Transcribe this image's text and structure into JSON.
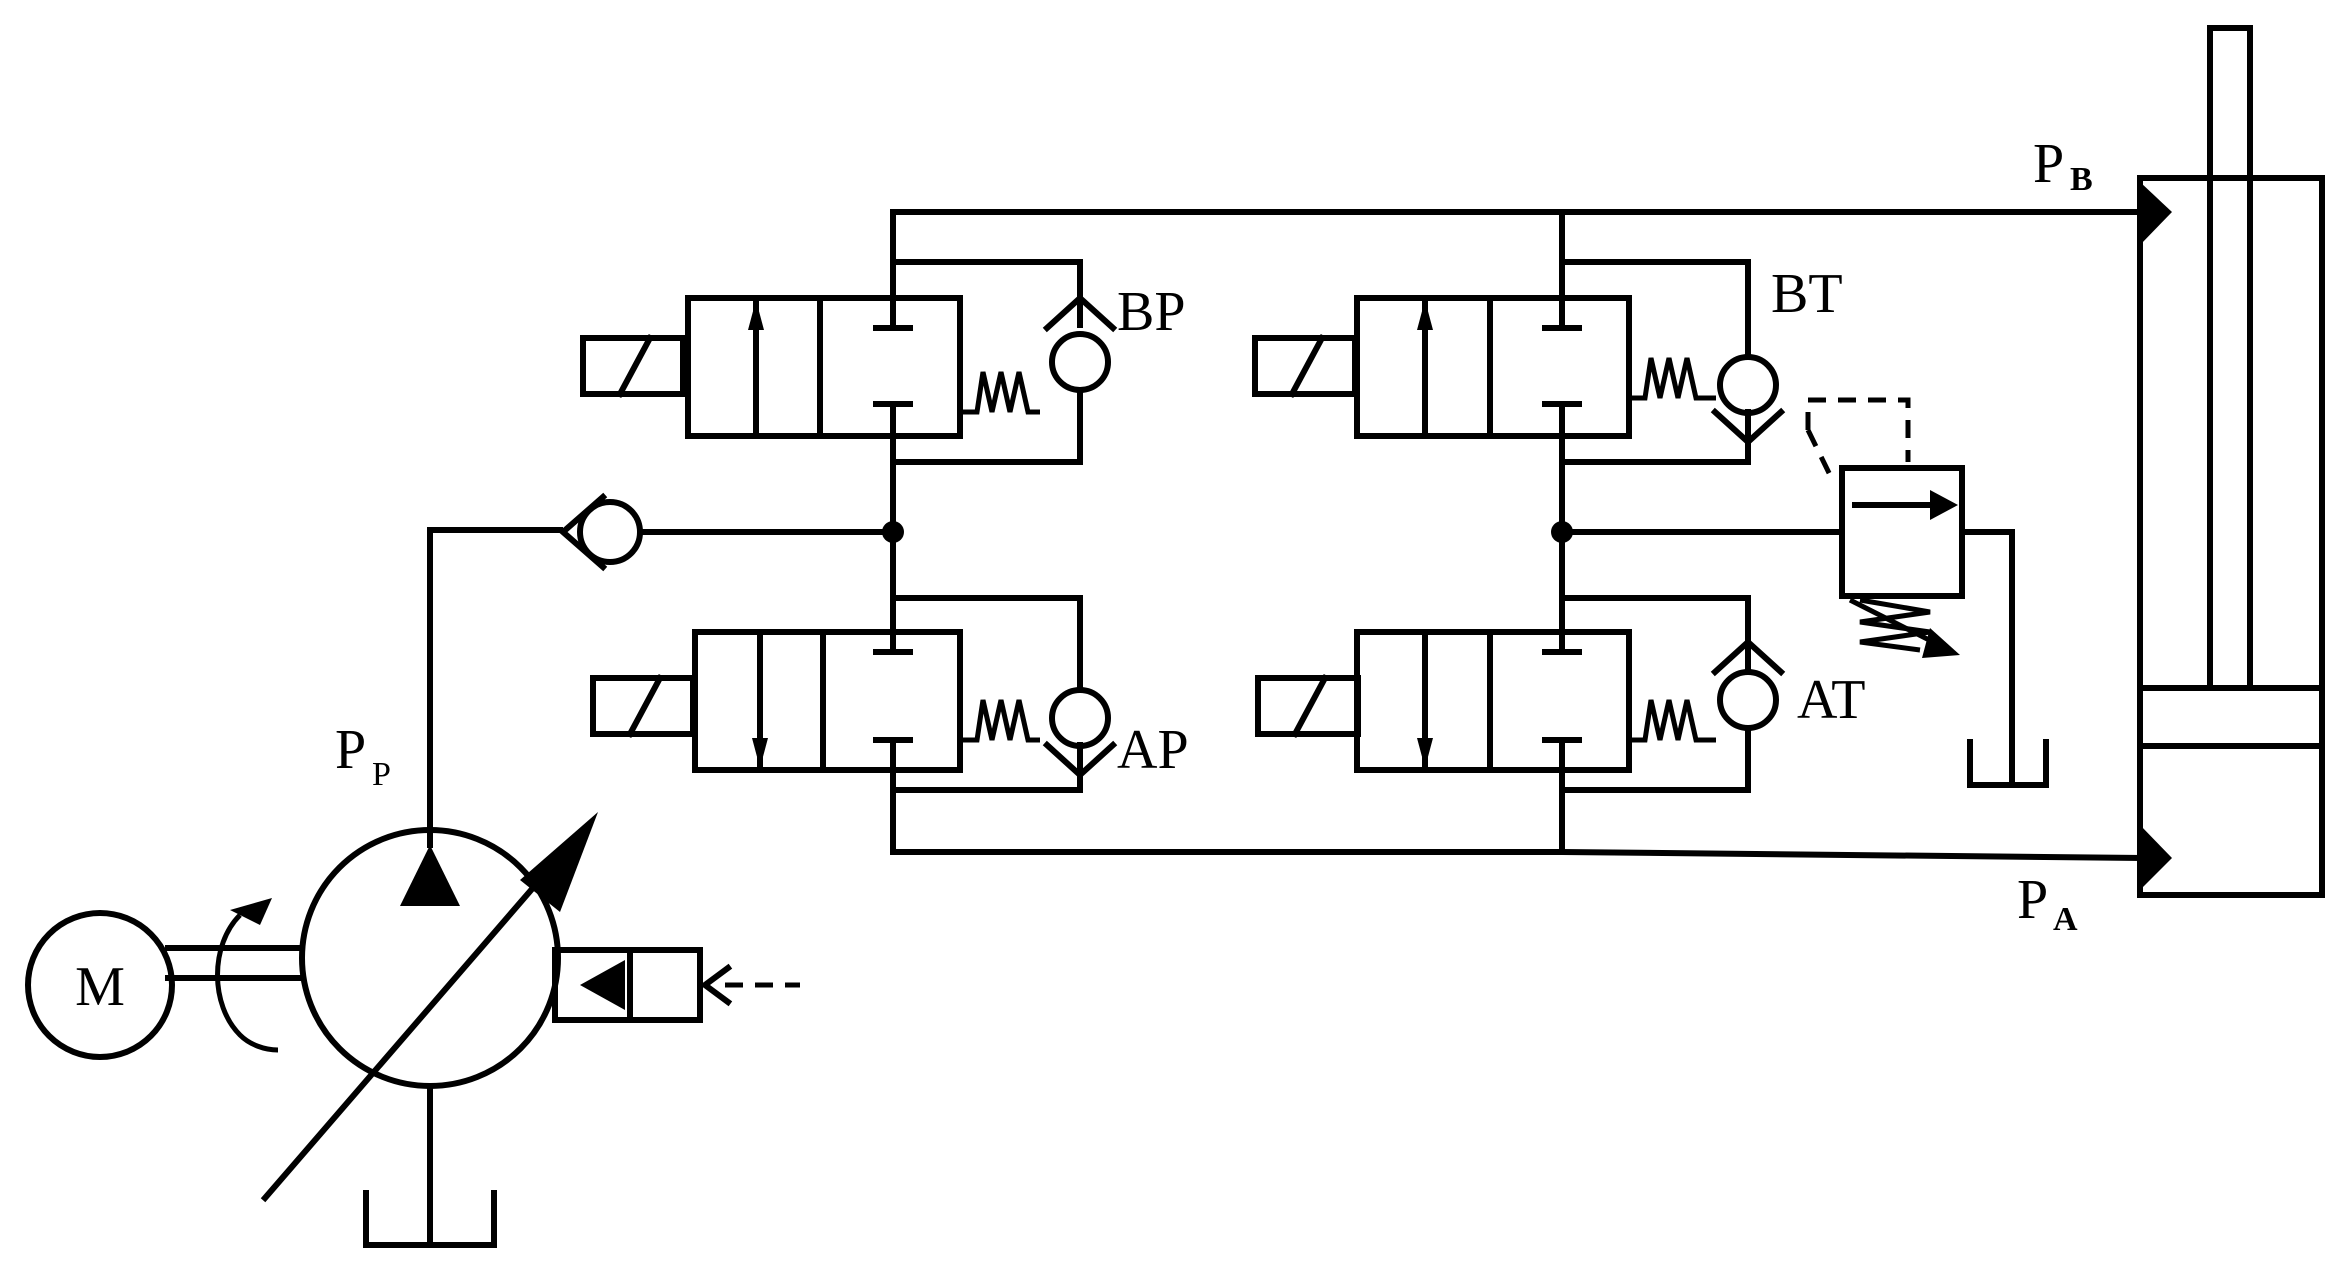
{
  "diagram": {
    "motor_label": "M",
    "valve_labels": {
      "bp": "BP",
      "ap": "AP",
      "bt": "BT",
      "at": "AT"
    },
    "pressure_labels": {
      "pump": {
        "main": "P",
        "sub": "P"
      },
      "b": {
        "main": "P",
        "sub": "B"
      },
      "a": {
        "main": "P",
        "sub": "A"
      }
    }
  }
}
